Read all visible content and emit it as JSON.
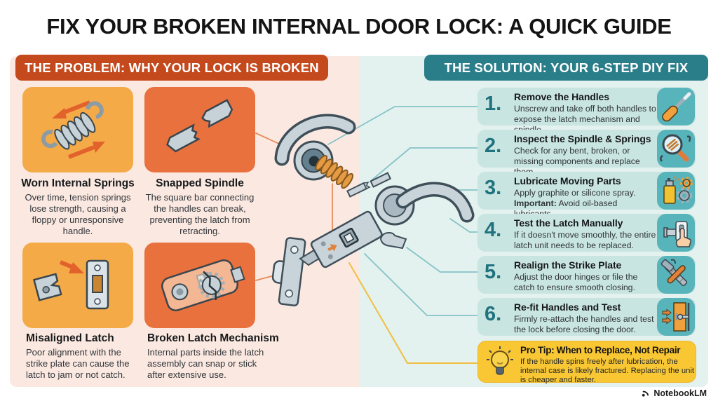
{
  "title": "FIX YOUR BROKEN INTERNAL DOOR LOCK: A QUICK GUIDE",
  "problem": {
    "header": "THE PROBLEM: WHY YOUR LOCK IS BROKEN",
    "cards": [
      {
        "title": "Worn Internal Springs",
        "description": "Over time, tension springs lose strength, causing a floppy or unresponsive handle.",
        "icon": "worn-springs-icon"
      },
      {
        "title": "Snapped Spindle",
        "description": "The square bar connecting the handles can break, preventing the latch from retracting.",
        "icon": "snapped-spindle-icon"
      },
      {
        "title": "Misaligned Latch",
        "description": "Poor alignment with the strike plate can cause the latch to jam or not catch.",
        "icon": "misaligned-latch-icon"
      },
      {
        "title": "Broken Latch Mechanism",
        "description": "Internal parts inside the latch assembly can snap or stick after extensive use.",
        "icon": "broken-latch-icon"
      }
    ]
  },
  "solution": {
    "header": "THE SOLUTION: YOUR 6-STEP DIY FIX",
    "steps": [
      {
        "number": "1.",
        "title": "Remove the Handles",
        "description": "Unscrew and take off both handles to expose the latch mechanism and spindle.",
        "icon": "screwdriver-icon"
      },
      {
        "number": "2.",
        "title": "Inspect the Spindle & Springs",
        "description": "Check for any bent, broken, or missing components and replace them.",
        "icon": "magnifier-icon"
      },
      {
        "number": "3.",
        "title": "Lubricate Moving Parts",
        "description": "Apply graphite or silicone spray. ",
        "description_bold": "Important:",
        "description_after": " Avoid oil-based lubricants.",
        "icon": "spray-can-icon"
      },
      {
        "number": "4.",
        "title": "Test the Latch Manually",
        "description": "If it doesn't move smoothly, the entire latch unit needs to be replaced.",
        "icon": "hand-press-icon"
      },
      {
        "number": "5.",
        "title": "Realign the Strike Plate",
        "description": "Adjust the door hinges or file the catch to ensure smooth closing.",
        "icon": "hammer-file-icon"
      },
      {
        "number": "6.",
        "title": "Re-fit Handles and Test",
        "description": "Firmly re-attach the handles and test the lock before closing the door.",
        "icon": "door-handle-icon"
      }
    ]
  },
  "pro_tip": {
    "title": "Pro Tip: When to Replace, Not Repair",
    "description": "If the handle spins freely after lubrication, the internal case is likely fractured. Replacing the unit is cheaper and faster."
  },
  "watermark": "NotebookLM",
  "colors": {
    "problem_header_bg": "#c4491d",
    "solution_header_bg": "#2a7e8a",
    "panel_left_bg": "#fbe9e1",
    "panel_right_bg": "#e3f1ef",
    "card_yellow": "#f5aa48",
    "card_orange": "#e9713e",
    "step_row_bg": "#c9e5e2",
    "step_number": "#20737e",
    "icon_tile_bg": "#57b4ba",
    "pro_tip_bg": "#f8c733",
    "connector_teal": "#86c3c7",
    "connector_orange": "#e78a58",
    "connector_yellow": "#f1bf3f"
  }
}
